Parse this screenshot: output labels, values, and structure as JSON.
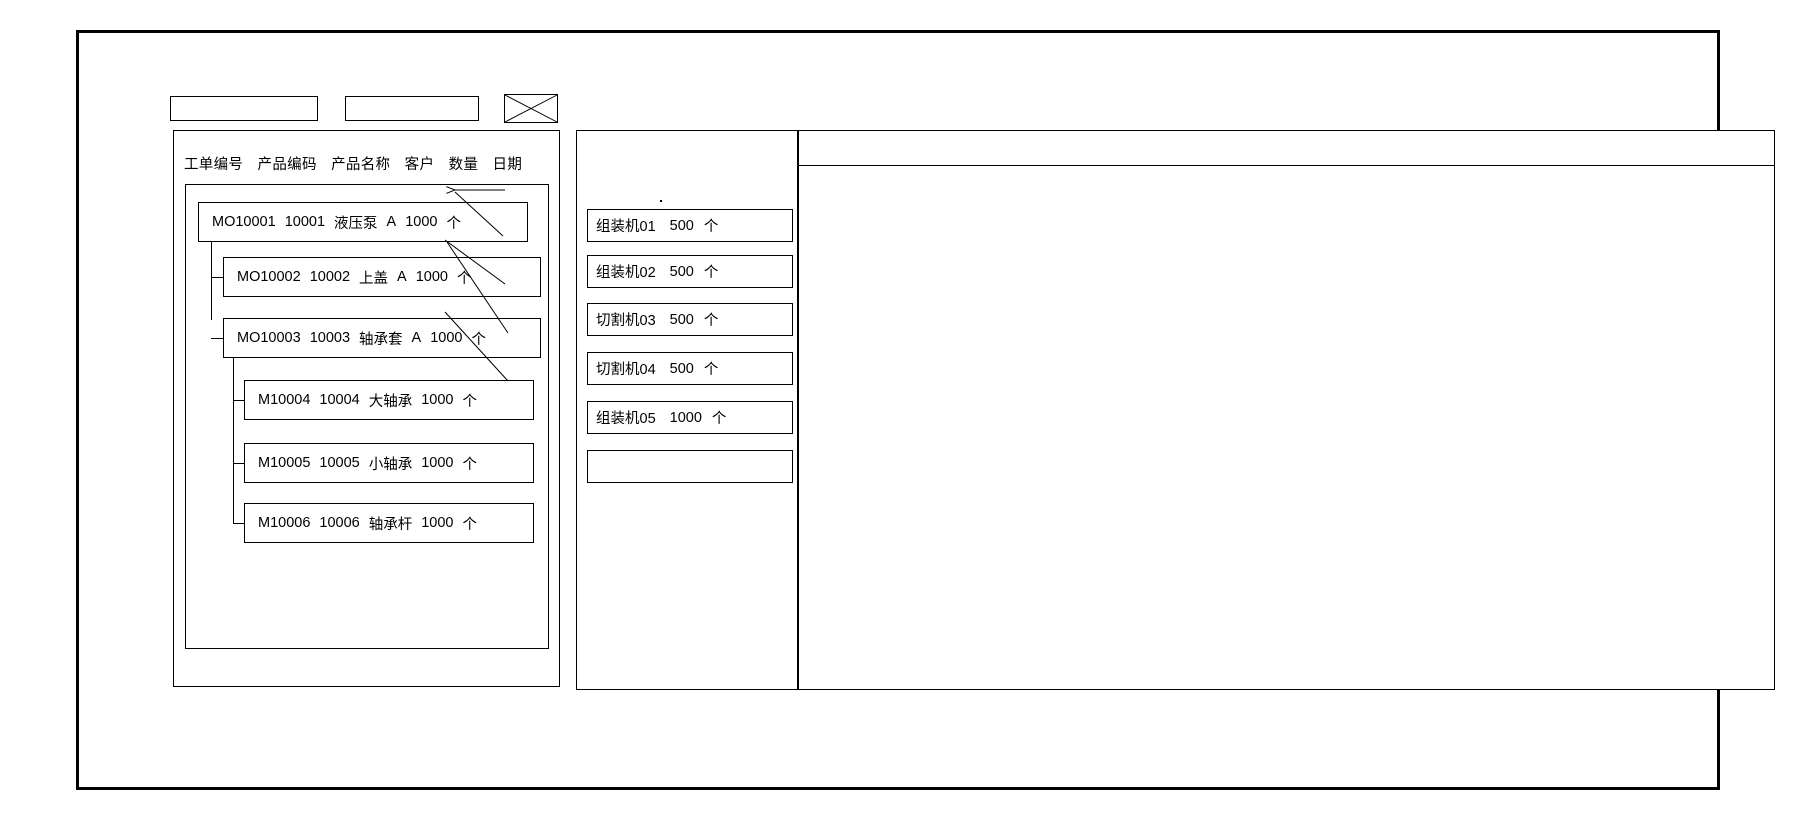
{
  "window": {
    "title": ""
  },
  "toolbar": {
    "field1_value": "",
    "field1_placeholder": "",
    "field2_value": "",
    "field2_placeholder": "",
    "image_placeholder_name": "image-placeholder-icon"
  },
  "left_panel": {
    "columns": [
      "工单编号",
      "产品编码",
      "产品名称",
      "客户",
      "数量",
      "日期"
    ],
    "rows": [
      {
        "level": 0,
        "order_no": "MO10001",
        "product_code": "10001",
        "product_name": "液压泵",
        "customer": "A",
        "qty": "1000",
        "unit": "个"
      },
      {
        "level": 1,
        "order_no": "MO10002",
        "product_code": "10002",
        "product_name": "上盖",
        "customer": "A",
        "qty": "1000",
        "unit": "个"
      },
      {
        "level": 1,
        "order_no": "MO10003",
        "product_code": "10003",
        "product_name": "轴承套",
        "customer": "A",
        "qty": "1000",
        "unit": "个"
      },
      {
        "level": 2,
        "order_no": "M10004",
        "product_code": "10004",
        "product_name": "大轴承",
        "customer": "",
        "qty": "1000",
        "unit": "个"
      },
      {
        "level": 2,
        "order_no": "M10005",
        "product_code": "10005",
        "product_name": "小轴承",
        "customer": "",
        "qty": "1000",
        "unit": "个"
      },
      {
        "level": 2,
        "order_no": "M10006",
        "product_code": "10006",
        "product_name": "轴承杆",
        "customer": "",
        "qty": "1000",
        "unit": "个"
      }
    ]
  },
  "middle_panel": {
    "machines": [
      {
        "name": "组装机01",
        "qty": "500",
        "unit": "个"
      },
      {
        "name": "组装机02",
        "qty": "500",
        "unit": "个"
      },
      {
        "name": "切割机03",
        "qty": "500",
        "unit": "个"
      },
      {
        "name": "切割机04",
        "qty": "500",
        "unit": "个"
      },
      {
        "name": "组装机05",
        "qty": "1000",
        "unit": "个"
      },
      {
        "name": "",
        "qty": "",
        "unit": ""
      }
    ]
  },
  "right_panel": {
    "header_text": "",
    "body_text": ""
  },
  "colors": {
    "stroke": "#000000",
    "background": "#ffffff"
  }
}
